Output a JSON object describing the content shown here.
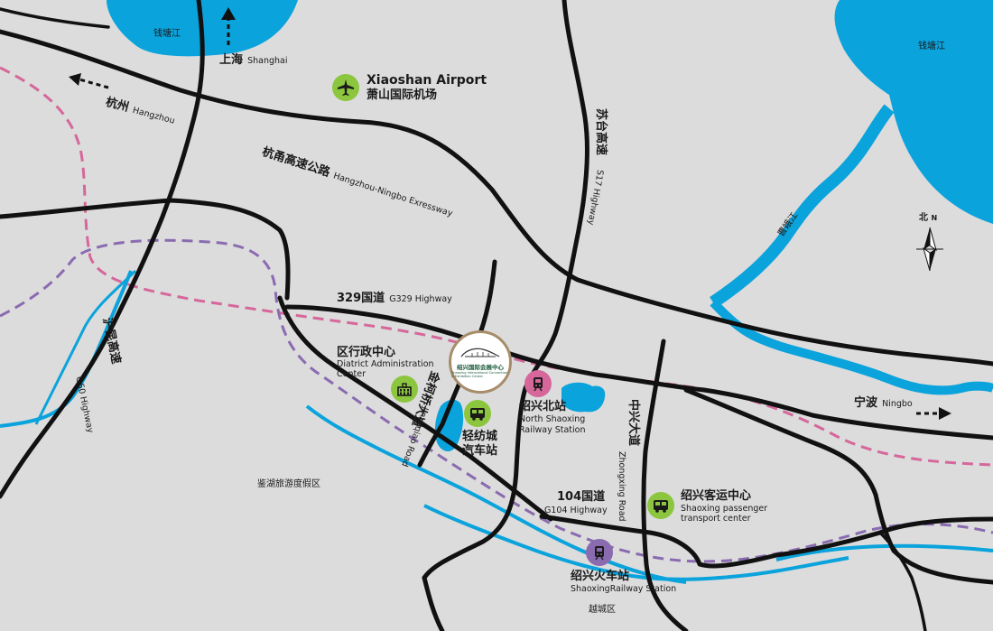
{
  "rivers": {
    "qiantang_left": "钱塘江",
    "qiantang_right": "钱塘江",
    "caoe": "曹娥江"
  },
  "directions": {
    "shanghai_zh": "上海",
    "shanghai_en": "Shanghai",
    "hangzhou_zh": "杭州",
    "hangzhou_en": "Hangzhou",
    "ningbo_zh": "宁波",
    "ningbo_en": "Ningbo"
  },
  "airport": {
    "en": "Xiaoshan Airport",
    "zh": "萧山国际机场",
    "icon": "airplane-icon"
  },
  "roads": {
    "hangyong_zh": "杭甬高速公路",
    "hangyong_en": "Hangzhou-Ningbo Exressway",
    "sutai_zh": "苏台高速",
    "sutai_en": "S17 Highway",
    "g329_zh": "329国道",
    "g329_en": "G329 Highway",
    "hukun_zh": "沪昆高速",
    "hukun_en": "G60 Highway",
    "jinqiao_zh": "金柯桥大道",
    "jinqiao_en": "Jinkeqiao Road",
    "zhongxing_zh": "中兴大道",
    "zhongxing_en": "Zhongxing Road",
    "g104_zh": "104国道",
    "g104_en": "G104 Highway"
  },
  "places": {
    "district_zh": "区行政中心",
    "district_en_1": "Diatrict Administration",
    "district_en_2": "Center",
    "bus_zh_1": "轻纺城",
    "bus_zh_2": "汽车站",
    "north_station_zh": "绍兴北站",
    "north_station_en_1": "North Shaoxing",
    "north_station_en_2": "Railway Station",
    "passenger_zh": "绍兴客运中心",
    "passenger_en_1": "Shaoxing passenger",
    "passenger_en_2": "transport center",
    "railway_zh": "绍兴火车站",
    "railway_en": "ShaoxingRailway Station",
    "jianhu": "鉴湖旅游度假区",
    "yuecheng": "越城区"
  },
  "venue": {
    "zh": "绍兴国际会展中心",
    "en": "Shaoxing International Convention & Exhibition Center"
  },
  "compass": {
    "label": "北",
    "letter": "N"
  },
  "colors": {
    "background": "#dcdcdc",
    "water": "#0aa3dc",
    "road": "#111111",
    "rail_pink": "#d6679a",
    "rail_purple": "#8a6bb0",
    "poi_green": "#8cc63f"
  }
}
